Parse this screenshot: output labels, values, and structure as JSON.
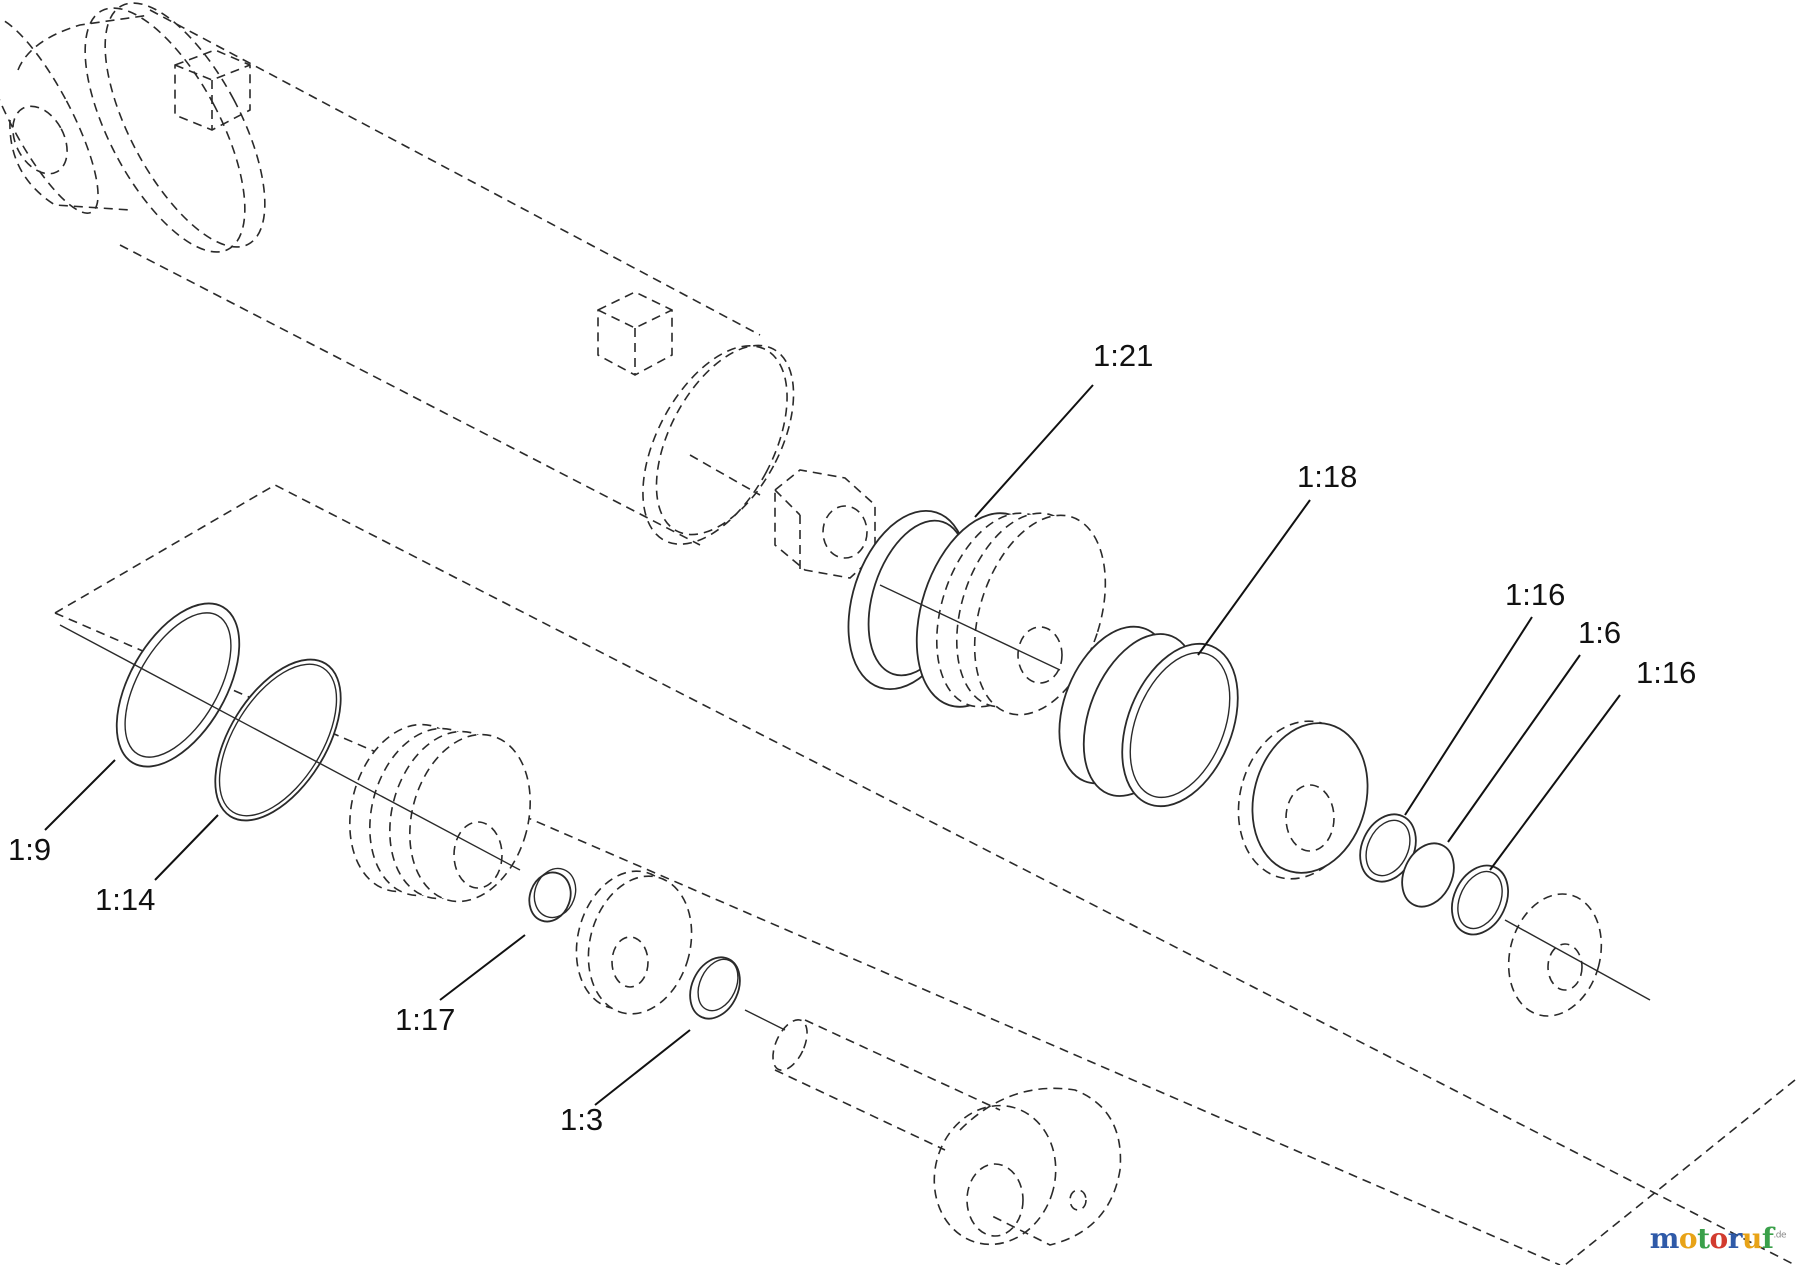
{
  "callouts": {
    "c1_21": "1:21",
    "c1_18": "1:18",
    "c1_16a": "1:16",
    "c1_6": "1:6",
    "c1_16b": "1:16",
    "c1_9": "1:9",
    "c1_14": "1:14",
    "c1_17": "1:17",
    "c1_3": "1:3"
  },
  "watermark": {
    "letters": [
      "m",
      "o",
      "t",
      "o",
      "r",
      "u",
      "f"
    ],
    "colors": [
      "#2f5aa8",
      "#e8a317",
      "#3aa04a",
      "#d23b2f",
      "#2f5aa8",
      "#e8a317",
      "#3aa04a"
    ],
    "suffix": ".de"
  }
}
